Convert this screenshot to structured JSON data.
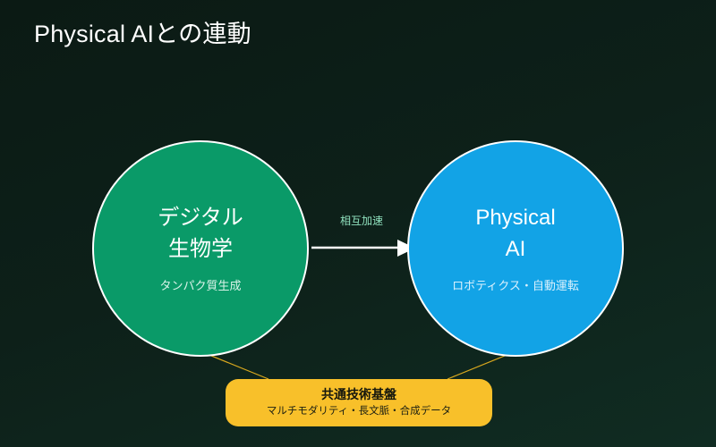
{
  "slide": {
    "title": "Physical AIとの連動",
    "background_top_color": "#0b1a14",
    "background_bottom_color": "#102c22"
  },
  "nodes": {
    "left": {
      "title": "デジタル\n生物学",
      "subtitle": "タンパク質生成",
      "color": "#0a9a68",
      "stroke_color": "#ffffff"
    },
    "right": {
      "title": "Physical\nAI",
      "subtitle": "ロボティクス・自動運転",
      "color": "#12a3e6",
      "stroke_color": "#ffffff"
    }
  },
  "arrow": {
    "label": "相互加速",
    "color": "#ffffff",
    "label_color": "#8fe0bd"
  },
  "foundation": {
    "title": "共通技術基盤",
    "subtitle": "マルチモダリティ・長文脈・合成データ",
    "color": "#f8c02a",
    "text_color": "#14160d",
    "connector_color": "#d8a81e"
  }
}
